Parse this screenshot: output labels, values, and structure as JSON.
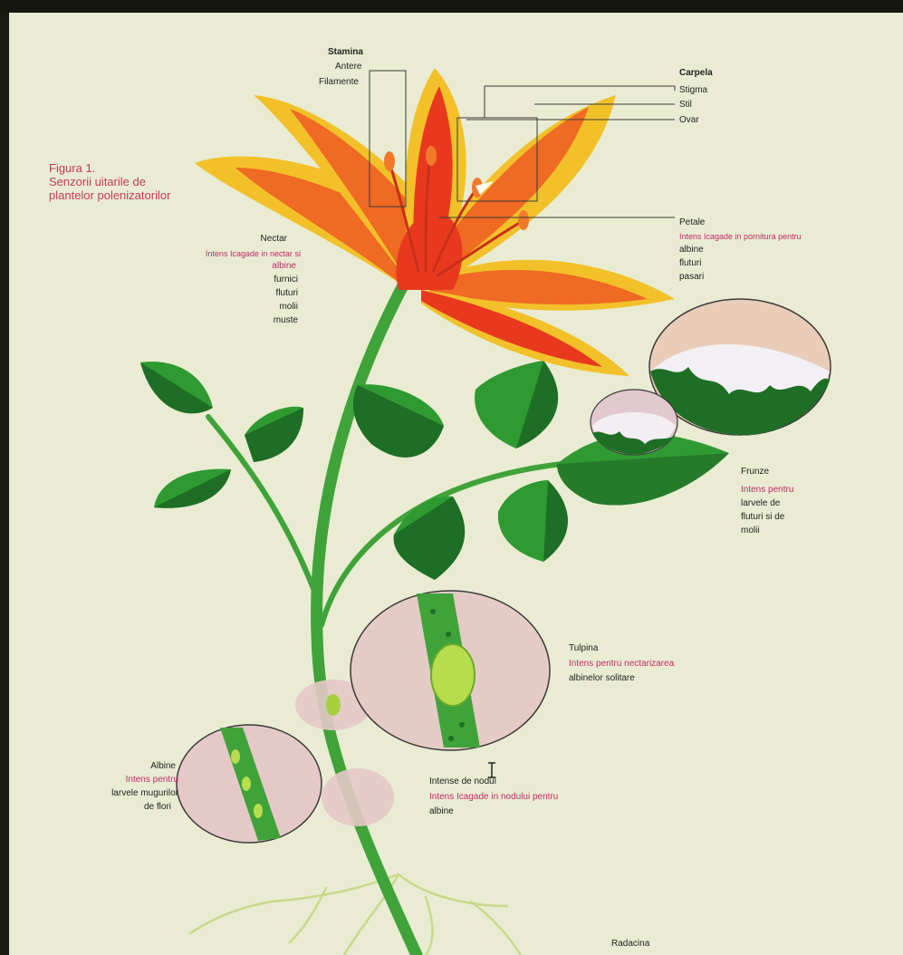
{
  "figure": {
    "title_line1": "Figura 1.",
    "title_line2": "Senzorii uitarile de",
    "title_line3": "plantelor polenizatorilor"
  },
  "labels": {
    "stamens_group": "Stamina",
    "anthers": "Antere",
    "filaments": "Filamente",
    "carpels_group": "Carpela",
    "stigma": "Stigma",
    "style": "Stil",
    "ovary": "Ovar",
    "petals_title": "Petale",
    "petals_pink": "Intens Icagade in pornitura pentru",
    "petals_l1": "albine",
    "petals_l2": "fluturi",
    "petals_l3": "pasari",
    "nectar_title": "Nectar",
    "nectar_pink1": "Intens Icagade in nectar si",
    "nectar_pink2": "albine",
    "nectar_l1": "furnici",
    "nectar_l2": "fluturi",
    "nectar_l3": "molii",
    "nectar_l4": "muste",
    "leaf_title": "Frunze",
    "leaf_pink": "Intens pentru",
    "leaf_l1": "larvele de",
    "leaf_l2": "fluturi si de",
    "leaf_l3": "molii",
    "stem_title": "Tulpina",
    "stem_pink": "Intens pentru nectarizarea",
    "stem_l1": "albinelor solitare",
    "node_title": "Intense de nodul",
    "node_pink": "Intens Icagade in nodului pentru",
    "node_l1": "albine",
    "lower_title": "Albine",
    "lower_pink": "Intens pentru",
    "lower_l1": "larvele mugurilor",
    "lower_l2": "de flori",
    "roots": "Radacina"
  },
  "colors": {
    "background": "#e9ecd2",
    "petal_yellow": "#f2c12a",
    "petal_orange": "#ef6a22",
    "petal_red": "#e8391f",
    "leaf_green": "#2f9a32",
    "leaf_dark": "#1f6e25",
    "stem_green": "#3fa33a",
    "magnifier_pink": "#e5c9c8",
    "label_pink": "#c02a6a"
  }
}
